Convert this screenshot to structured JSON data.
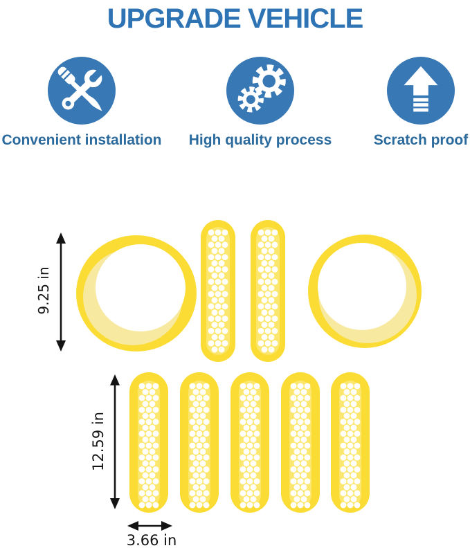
{
  "title": "UPGRADE VEHICLE",
  "features": [
    {
      "icon": "tools-icon",
      "label": "Convenient installation"
    },
    {
      "icon": "gears-icon",
      "label": "High quality process"
    },
    {
      "icon": "upgrade-arrow-icon",
      "label": "Scratch proof"
    }
  ],
  "dimensions": {
    "ring_height": "9.25 in",
    "insert_height": "12.59 in",
    "insert_width": "3.66 in"
  },
  "product": {
    "top_row_pieces": 4,
    "bottom_row_pieces": 5,
    "top_row": "2 headlight ring trims + 2 small vent inserts",
    "bottom_row": "5 large grille vent inserts"
  },
  "colors": {
    "title_blue": "#2E74B4",
    "label_blue": "#2A6A9D",
    "icon_blue": "#3878B5",
    "part_yellow": "#FADC34",
    "part_yellow_mid": "#FCE76E",
    "part_yellow_pale": "#F7E9A0",
    "dimension_black": "#141414"
  }
}
